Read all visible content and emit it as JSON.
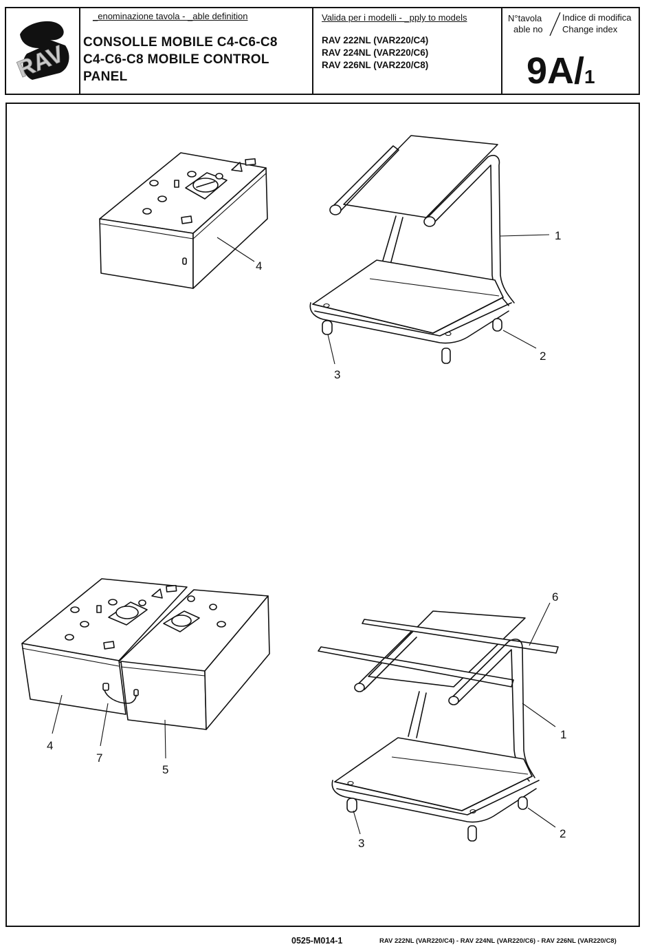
{
  "header": {
    "logo_text": "RAV",
    "definition_label": "_enominazione tavola - _able definition",
    "title_lines": [
      "CONSOLLE MOBILE C4-C6-C8",
      "C4-C6-C8 MOBILE CONTROL",
      "PANEL"
    ],
    "valid_label": "Valida per i modelli - _pply to models",
    "models": [
      "RAV 222NL (VAR220/C4)",
      "RAV 224NL (VAR220/C6)",
      "RAV 226NL (VAR220/C8)"
    ],
    "sheet_label_1": "N°tavola",
    "sheet_label_2": "able no",
    "change_label_1": "Indice di modifica",
    "change_label_2": "Change index",
    "sheet_number": "9A/",
    "change_index": "1"
  },
  "drawing": {
    "callouts_top": [
      "1",
      "2",
      "3",
      "4"
    ],
    "callouts_bottom": [
      "1",
      "2",
      "3",
      "4",
      "5",
      "6",
      "7"
    ]
  },
  "footer": {
    "doc_code": "0525-M014-1",
    "models": "RAV 222NL (VAR220/C4) - RAV 224NL (VAR220/C6) - RAV 226NL (VAR220/C8)"
  }
}
